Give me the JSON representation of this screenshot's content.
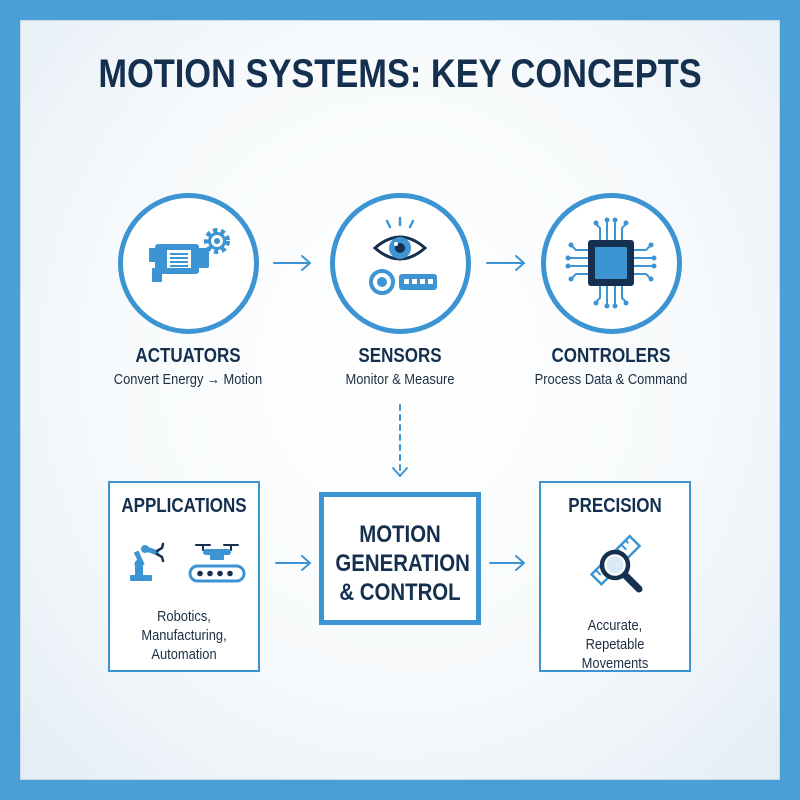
{
  "title": "MOTION SYSTEMS: KEY CONCEPTS",
  "nodes": {
    "actuators": {
      "label": "ACTUATORS",
      "sublabel": "Convert Energy → Motion",
      "icon": "motor-gear-icon"
    },
    "sensors": {
      "label": "SENSORS",
      "sublabel": "Monitor & Measure",
      "icon": "eye-sensor-icon"
    },
    "controllers": {
      "label": "CONTROLERS",
      "sublabel": "Process Data & Command",
      "icon": "microchip-icon"
    }
  },
  "boxes": {
    "applications": {
      "label": "APPLICATIONS",
      "lines": [
        "Robotics,",
        "Manufacturing,",
        "Automation"
      ],
      "icons": [
        "robot-arm-icon",
        "drone-conveyor-icon"
      ]
    },
    "main": {
      "lines": [
        "MOTION",
        "GENERATION",
        "& CONTROL"
      ]
    },
    "precision": {
      "label": "PRECISION",
      "lines": [
        "Accurate,",
        "Repetable Movements"
      ],
      "icon": "magnifier-ruler-icon"
    }
  },
  "colors": {
    "accent": "#3d94d3",
    "text": "#15304f",
    "border": "#4a9fd6"
  }
}
